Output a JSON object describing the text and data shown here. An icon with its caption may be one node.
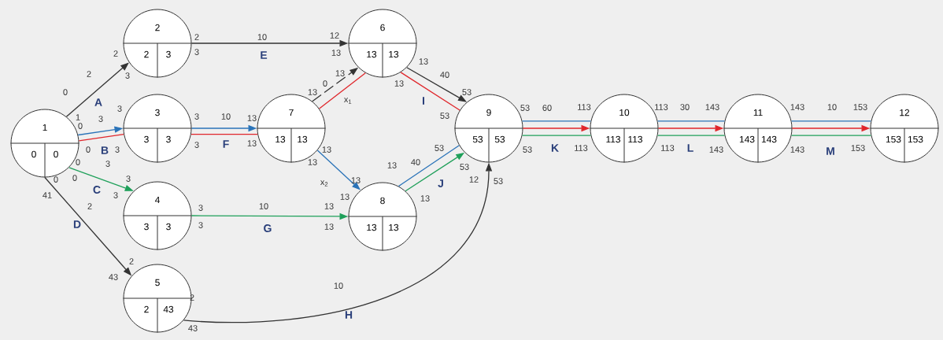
{
  "diagram": {
    "nodes": [
      {
        "text": [
          "1",
          "0",
          "0"
        ]
      },
      {
        "text": [
          "2",
          "2",
          "3"
        ]
      },
      {
        "text": [
          "3",
          "3",
          "3"
        ]
      },
      {
        "text": [
          "4",
          "3",
          "3"
        ]
      },
      {
        "text": [
          "5",
          "2",
          "43"
        ]
      },
      {
        "text": [
          "6",
          "13",
          "13"
        ]
      },
      {
        "text": [
          "7",
          "13",
          "13"
        ]
      },
      {
        "text": [
          "8",
          "13",
          "13"
        ]
      },
      {
        "text": [
          "9",
          "53",
          "53"
        ]
      },
      {
        "text": [
          "10",
          "113",
          "113"
        ]
      },
      {
        "text": [
          "11",
          "143",
          "143"
        ]
      },
      {
        "text": [
          "12",
          "153",
          "153"
        ]
      }
    ],
    "edges": [
      {
        "from": 0,
        "to": 1,
        "arrow": "to",
        "label": "A",
        "color": "#333333"
      },
      {
        "from": 0,
        "to": 2,
        "arrow": "to",
        "label": "B",
        "color": "#2a73b8"
      },
      {
        "from": 0,
        "to": 2,
        "arrow": "none",
        "color": "#e0262b"
      },
      {
        "from": 0,
        "to": 3,
        "arrow": "to",
        "label": "C",
        "color": "#1fa05a"
      },
      {
        "from": 0,
        "to": 4,
        "arrow": "to",
        "label": "D",
        "color": "#333333"
      },
      {
        "from": 1,
        "to": 5,
        "arrow": "to",
        "label": "E",
        "color": "#333333"
      },
      {
        "from": 2,
        "to": 6,
        "arrow": "to",
        "label": "F",
        "color": "#2a73b8"
      },
      {
        "from": 2,
        "to": 6,
        "arrow": "none",
        "color": "#e0262b"
      },
      {
        "from": 6,
        "to": 5,
        "arrow": "to",
        "style": "dashed",
        "color": "#333333"
      },
      {
        "from": 6,
        "to": 5,
        "arrow": "none",
        "label": "x$_{1}$",
        "color": "#e0262b"
      },
      {
        "from": 3,
        "to": 7,
        "arrow": "to",
        "label": "G",
        "color": "#1fa05a"
      },
      {
        "from": 6,
        "to": 7,
        "arrow": "to",
        "label": "x$_{2}$",
        "color": "#2a73b8"
      },
      {
        "from": 5,
        "to": 8,
        "arrow": "to",
        "label": "I",
        "color": "#333333"
      },
      {
        "from": 5,
        "to": 8,
        "arrow": "none",
        "color": "#e0262b"
      },
      {
        "from": 7,
        "to": 8,
        "arrow": "none",
        "color": "#2a73b8"
      },
      {
        "from": 7,
        "to": 8,
        "arrow": "to",
        "label": "J",
        "color": "#1fa05a"
      },
      {
        "from": 4,
        "to": 8,
        "arrow": "to",
        "label": "H",
        "color": "#333333"
      },
      {
        "from": 8,
        "to": 9,
        "arrow": "none",
        "color": "#2a73b8"
      },
      {
        "from": 8,
        "to": 9,
        "arrow": "to",
        "label": "K",
        "color": "#e0262b"
      },
      {
        "from": 8,
        "to": 9,
        "arrow": "none",
        "color": "#1fa05a"
      },
      {
        "from": 9,
        "to": 10,
        "arrow": "none",
        "color": "#2a73b8"
      },
      {
        "from": 9,
        "to": 10,
        "arrow": "to",
        "label": "L",
        "color": "#e0262b"
      },
      {
        "from": 9,
        "to": 10,
        "arrow": "none",
        "color": "#1fa05a"
      },
      {
        "from": 10,
        "to": 11,
        "arrow": "none",
        "color": "#2a73b8"
      },
      {
        "from": 10,
        "to": 11,
        "arrow": "to",
        "label": "M",
        "color": "#e0262b"
      },
      {
        "from": 10,
        "to": 11,
        "arrow": "none",
        "color": "#1fa05a"
      }
    ],
    "labels": [
      "2",
      "10",
      "12",
      "2",
      "3",
      "13",
      "13",
      "2",
      "3",
      "13",
      "40",
      "0",
      "13",
      "0",
      "13",
      "53",
      "3",
      "53",
      "60",
      "113",
      "113",
      "30",
      "143",
      "143",
      "10",
      "153",
      "1",
      "3",
      "3",
      "10",
      "13",
      "53",
      "0",
      "0",
      "3",
      "3",
      "13",
      "13",
      "53",
      "53",
      "113",
      "113",
      "143",
      "143",
      "153",
      "0",
      "3",
      "13",
      "13",
      "40",
      "53",
      "0",
      "0",
      "3",
      "13",
      "12",
      "53",
      "41",
      "3",
      "13",
      "13",
      "2",
      "3",
      "10",
      "13",
      "3",
      "13",
      "2",
      "43",
      "10",
      "2",
      "43"
    ]
  }
}
